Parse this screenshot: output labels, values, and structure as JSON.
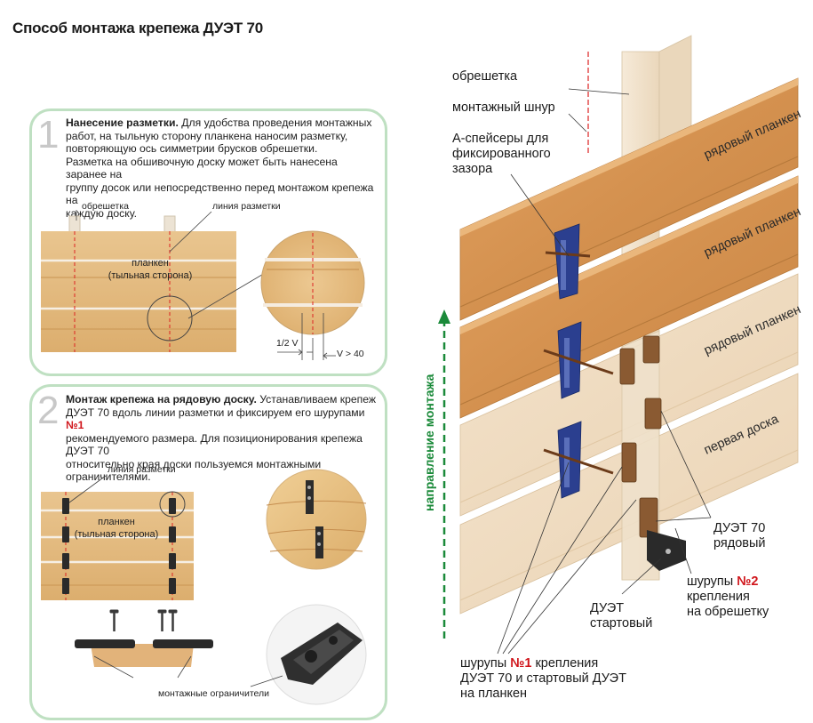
{
  "title": "Способ монтажа крепежа ДУЭТ 70",
  "step1": {
    "number": "1",
    "heading": "Нанесение разметки.",
    "text1": "Для удобства проведения монтажных",
    "text2": "работ, на тыльную сторону планкена наносим разметку,",
    "text3": "повторяющую ось симметрии брусков обрешетки.",
    "text4": "Разметка на обшивочную доску может быть нанесена заранее на",
    "text5": "группу досок или непосредственно перед монтажом крепежа на",
    "text6": "каждую доску.",
    "label_lath": "обрешетка",
    "label_mark_line": "линия разметки",
    "board_label_1": "планкен",
    "board_label_2": "(тыльная сторона)",
    "dim_half_v": "1/2 V",
    "dim_v": "V > 40"
  },
  "step2": {
    "number": "2",
    "heading": "Монтаж крепежа на рядовую доску.",
    "text1a": "Устанавливаем крепеж",
    "text2a": "ДУЭТ 70  вдоль линии разметки и фиксируем его шурупами",
    "text2b": "№1",
    "text3": "рекомендуемого размера. Для позиционирования крепежа ДУЭТ 70",
    "text4": "относительно края доски пользуемся монтажными ограничителями.",
    "label_mark_line": "линия разметки",
    "board_label_1": "планкен",
    "board_label_2": "(тыльная сторона)",
    "label_limiters": "монтажные ограничители"
  },
  "right": {
    "label_lath": "обрешетка",
    "label_cord": "монтажный шнур",
    "label_spacers_1": "А-спейсеры для",
    "label_spacers_2": "фиксированного",
    "label_spacers_3": "зазора",
    "board_1": "рядовый планкен",
    "board_2": "рядовый планкен",
    "board_3": "рядовый планкен",
    "board_4": "первая доска",
    "direction": "направление монтажа",
    "duet_row_1": "ДУЭТ 70",
    "duet_row_2": "рядовый",
    "screws2_1": "шурупы",
    "screws2_no": "№2",
    "screws2_2": "крепления",
    "screws2_3": "на обрешетку",
    "duet_start_1": "ДУЭТ",
    "duet_start_2": "стартовый",
    "screws1_1": "шурупы",
    "screws1_no": "№1",
    "screws1_2": "крепления",
    "screws1_3": "ДУЭТ 70 и стартовый ДУЭТ",
    "screws1_4": "на планкен"
  },
  "colors": {
    "panel_border": "#bfe0c2",
    "accent_red": "#d0141a",
    "direction_green": "#1b8a3a",
    "wood_dark": "#d49a55",
    "wood_light": "#f0dcc0",
    "clip_blue": "#2b3f8f"
  }
}
